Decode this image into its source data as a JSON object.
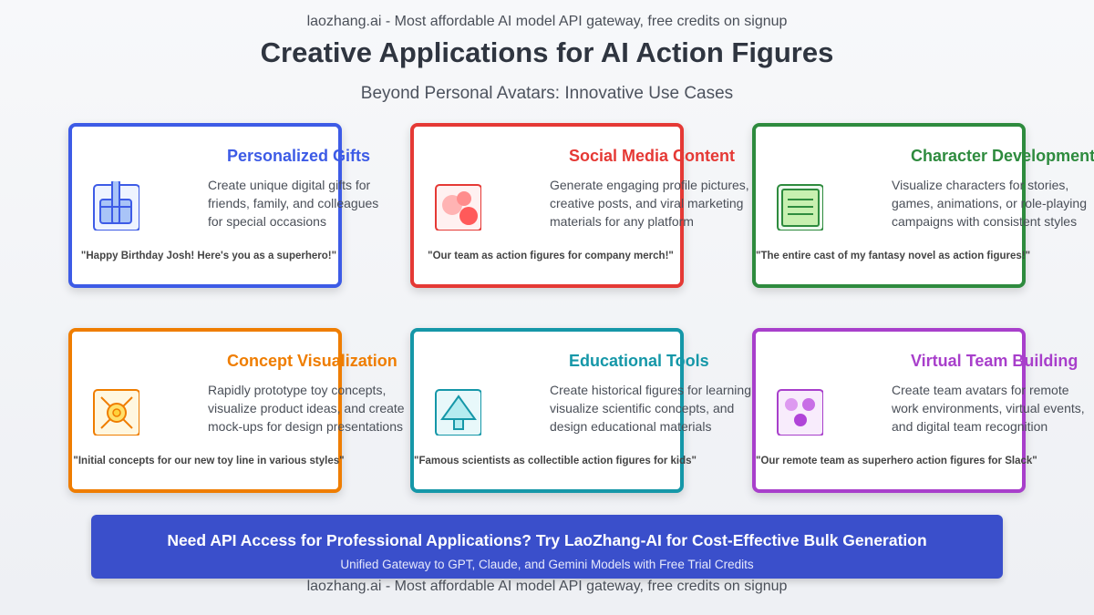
{
  "watermark": "laozhang.ai - Most affordable AI model API gateway, free credits on signup",
  "header": {
    "title": "Creative Applications for AI Action Figures",
    "subtitle": "Beyond Personal Avatars: Innovative Use Cases"
  },
  "cards": [
    {
      "title": "Personalized Gifts",
      "desc": [
        "Create unique digital gifts for",
        "friends, family, and colleagues",
        "for special occasions"
      ],
      "example": "\"Happy Birthday Josh! Here's you as a superhero!\"",
      "color": "#3d5be6",
      "icon": "gift-box-icon"
    },
    {
      "title": "Social Media Content",
      "desc": [
        "Generate engaging profile pictures,",
        "creative posts, and viral marketing",
        "materials for any platform"
      ],
      "example": "\"Our team as action figures for company merch!\"",
      "color": "#e53935",
      "icon": "bubbles-icon"
    },
    {
      "title": "Character Development",
      "desc": [
        "Visualize characters for stories,",
        "games, animations, or role-playing",
        "campaigns with consistent styles"
      ],
      "example": "\"The entire cast of my fantasy novel as action figures!\"",
      "color": "#2e8b3e",
      "icon": "document-icon"
    },
    {
      "title": "Concept Visualization",
      "desc": [
        "Rapidly prototype toy concepts,",
        "visualize product ideas, and create",
        "mock-ups for design presentations"
      ],
      "example": "\"Initial concepts for our new toy line in various styles\"",
      "color": "#ef7d00",
      "icon": "sun-target-icon"
    },
    {
      "title": "Educational Tools",
      "desc": [
        "Create historical figures for learning,",
        "visualize scientific concepts, and",
        "design educational materials"
      ],
      "example": "\"Famous scientists as collectible action figures for kids\"",
      "color": "#1597a8",
      "icon": "tree-icon"
    },
    {
      "title": "Virtual Team Building",
      "desc": [
        "Create team avatars for remote",
        "work environments, virtual events,",
        "and digital team recognition"
      ],
      "example": "\"Our remote team as superhero action figures for Slack\"",
      "color": "#a83fcb",
      "icon": "team-dots-icon"
    }
  ],
  "banner": {
    "title": "Need API Access for Professional Applications? Try LaoZhang-AI for Cost-Effective Bulk Generation",
    "subtitle": "Unified Gateway to GPT, Claude, and Gemini Models with Free Trial Credits",
    "color": "#3a4fcb"
  }
}
